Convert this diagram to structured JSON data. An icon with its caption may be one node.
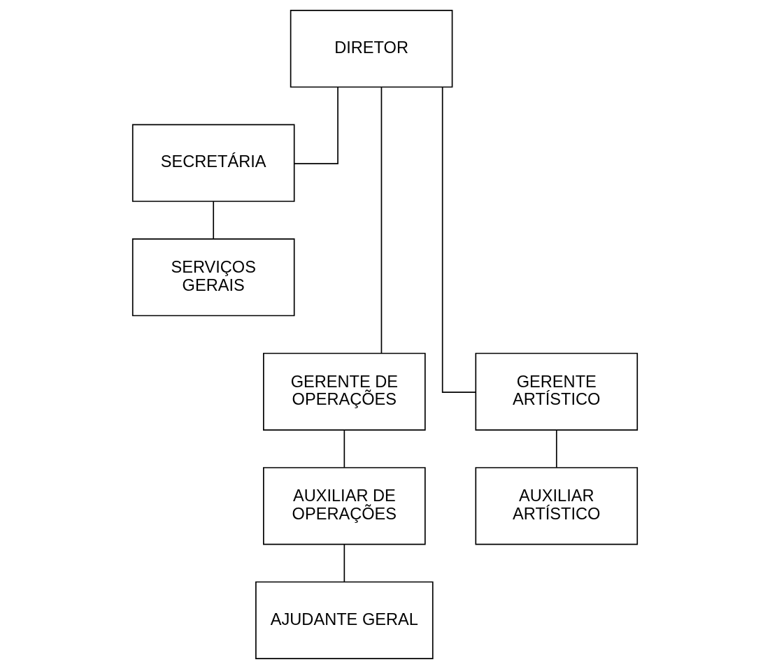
{
  "diagram": {
    "nodes": [
      {
        "text": [
          "DIRETOR"
        ]
      },
      {
        "text": [
          "SECRETÁRIA"
        ]
      },
      {
        "text": [
          "SERVIÇOS GERAIS"
        ]
      },
      {
        "text": [
          "GERENTE DE OPERAÇÕES"
        ]
      },
      {
        "text": [
          "AUXILIAR DE OPERAÇÕES"
        ]
      },
      {
        "text": [
          "AJUDANTE GERAL"
        ]
      },
      {
        "text": [
          "GERENTE ARTÍSTICO"
        ]
      },
      {
        "text": [
          "AUXILIAR ARTÍSTICO"
        ]
      }
    ],
    "edges": [
      {
        "from": 0,
        "to": 1,
        "arrow": "none"
      },
      {
        "from": 1,
        "to": 2,
        "arrow": "none"
      },
      {
        "from": 0,
        "to": 3,
        "arrow": "none"
      },
      {
        "from": 0,
        "to": 6,
        "arrow": "none"
      },
      {
        "from": 3,
        "to": 4,
        "arrow": "none"
      },
      {
        "from": 4,
        "to": 5,
        "arrow": "none"
      },
      {
        "from": 6,
        "to": 7,
        "arrow": "none"
      }
    ]
  }
}
